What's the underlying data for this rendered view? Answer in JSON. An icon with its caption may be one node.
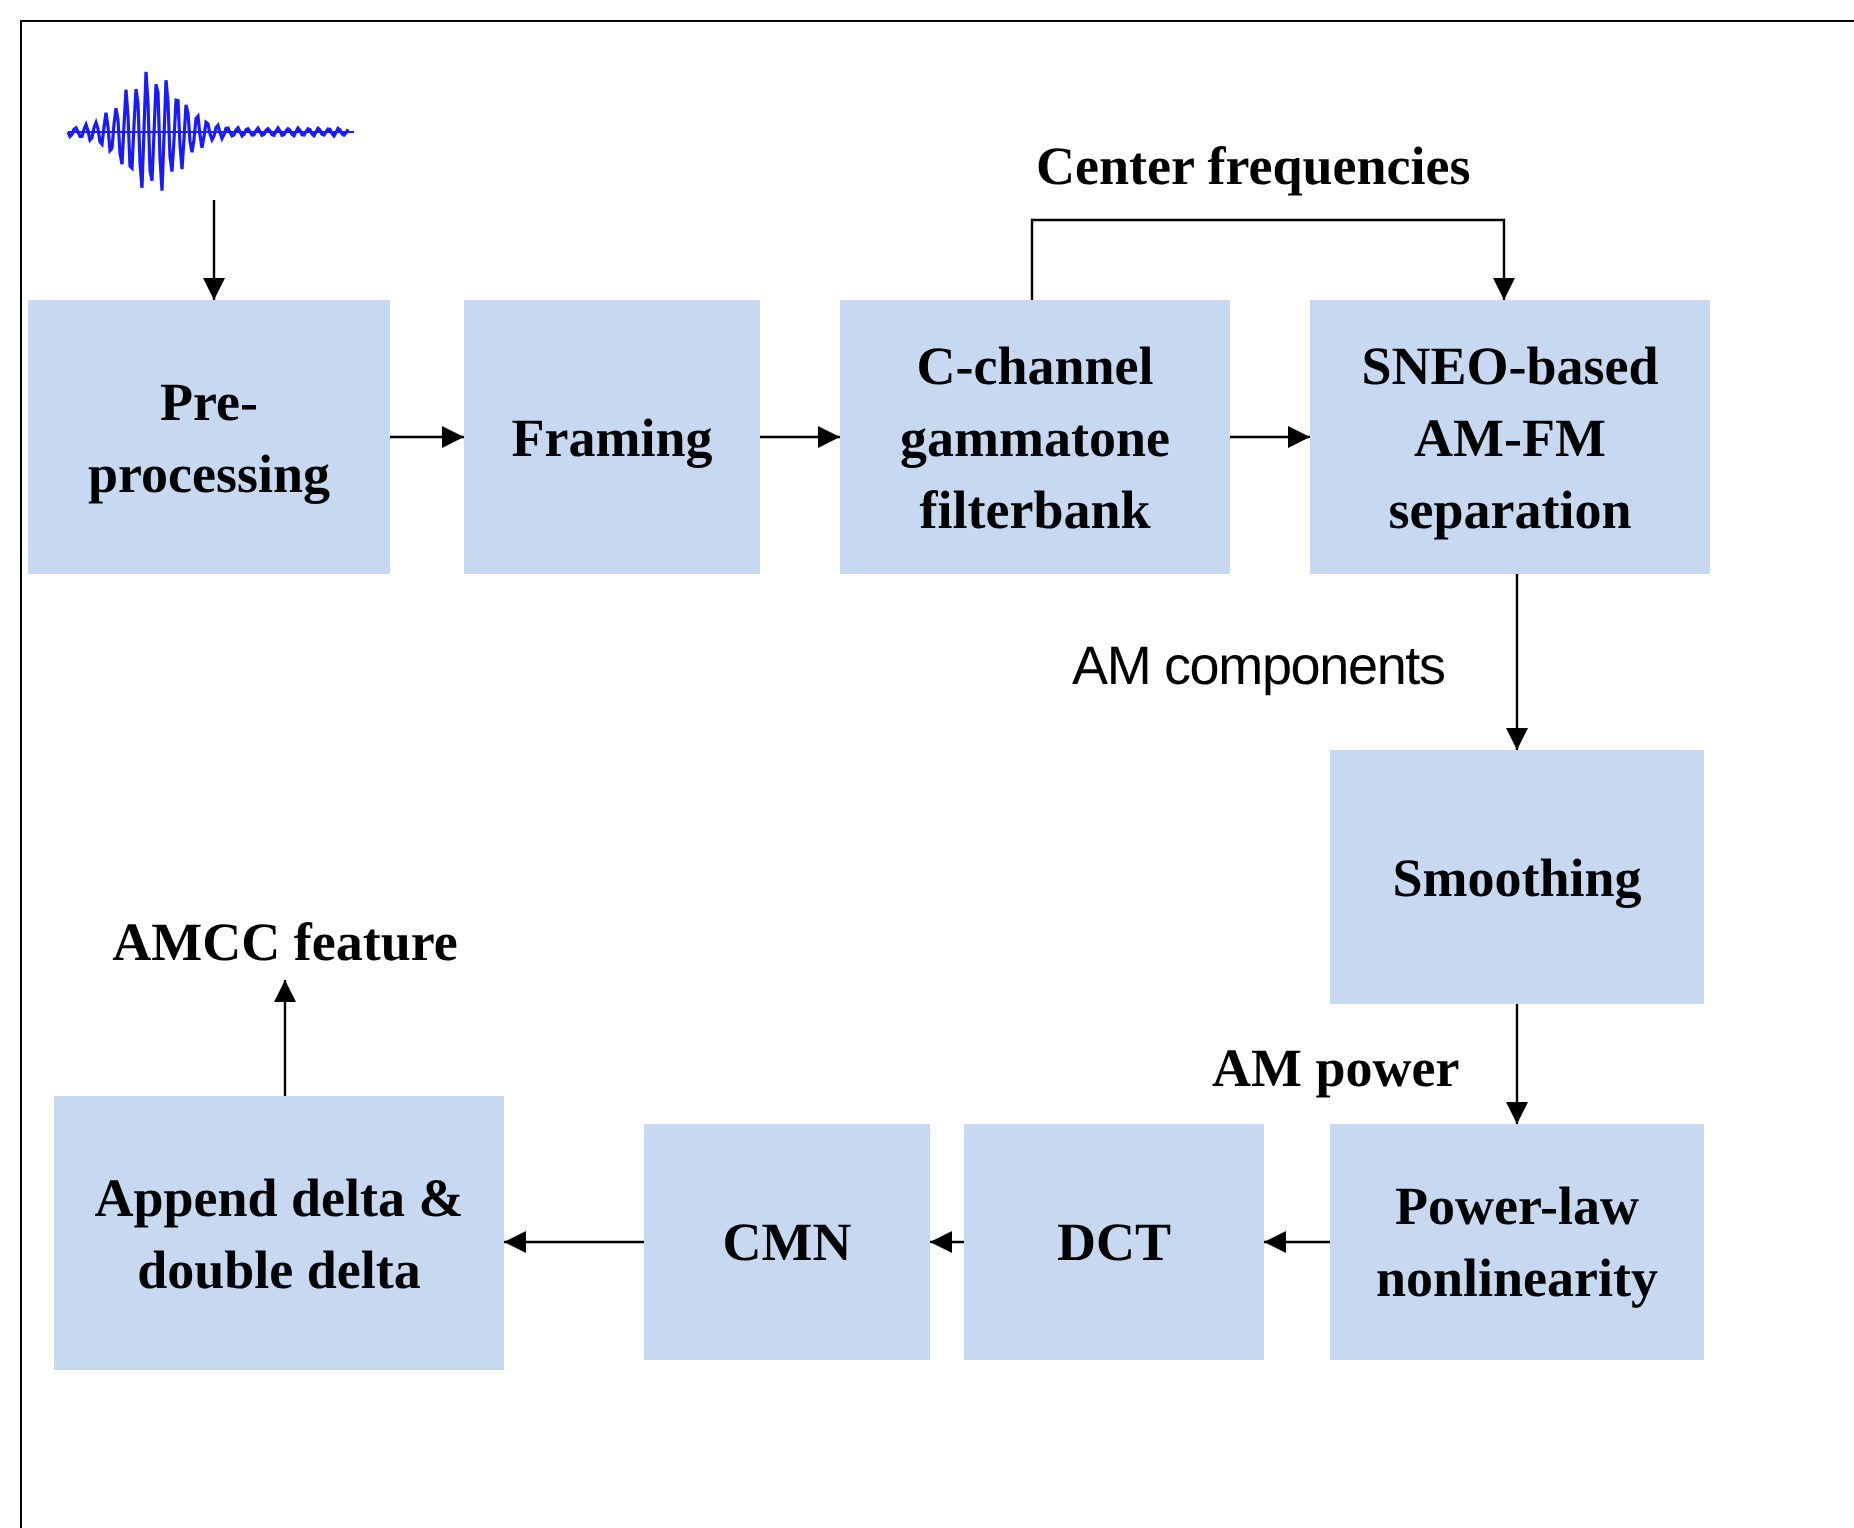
{
  "diagram": {
    "nodes": [
      {
        "text": [],
        "shape": "picture"
      },
      {
        "text": [
          "Pre- processing"
        ]
      },
      {
        "text": [
          "Framing"
        ]
      },
      {
        "text": [
          "C-channel gammatone filterbank"
        ]
      },
      {
        "text": [
          "SNEO-based AM-FM separation"
        ]
      },
      {
        "text": [
          "Smoothing"
        ]
      },
      {
        "text": [
          "Power-law nonlinearity"
        ]
      },
      {
        "text": [
          "DCT"
        ]
      },
      {
        "text": [
          "CMN"
        ]
      },
      {
        "text": [
          "Append delta & double delta"
        ]
      },
      {
        "text": [
          "AMCC feature"
        ]
      }
    ],
    "edges": [
      {
        "from": 0,
        "to": 1,
        "arrow": "to"
      },
      {
        "from": 1,
        "to": 2,
        "arrow": "to"
      },
      {
        "from": 2,
        "to": 3,
        "arrow": "to"
      },
      {
        "from": 3,
        "to": 4,
        "arrow": "to"
      },
      {
        "from": 3,
        "to": 4,
        "arrow": "to",
        "label": "Center frequencies"
      },
      {
        "from": 4,
        "to": 5,
        "arrow": "to",
        "label": "AM components"
      },
      {
        "from": 5,
        "to": 6,
        "arrow": "to",
        "label": "AM power"
      },
      {
        "from": 6,
        "to": 7,
        "arrow": "to"
      },
      {
        "from": 7,
        "to": 8,
        "arrow": "to"
      },
      {
        "from": 8,
        "to": 9,
        "arrow": "to"
      },
      {
        "from": 9,
        "to": 10,
        "arrow": "to"
      }
    ]
  }
}
